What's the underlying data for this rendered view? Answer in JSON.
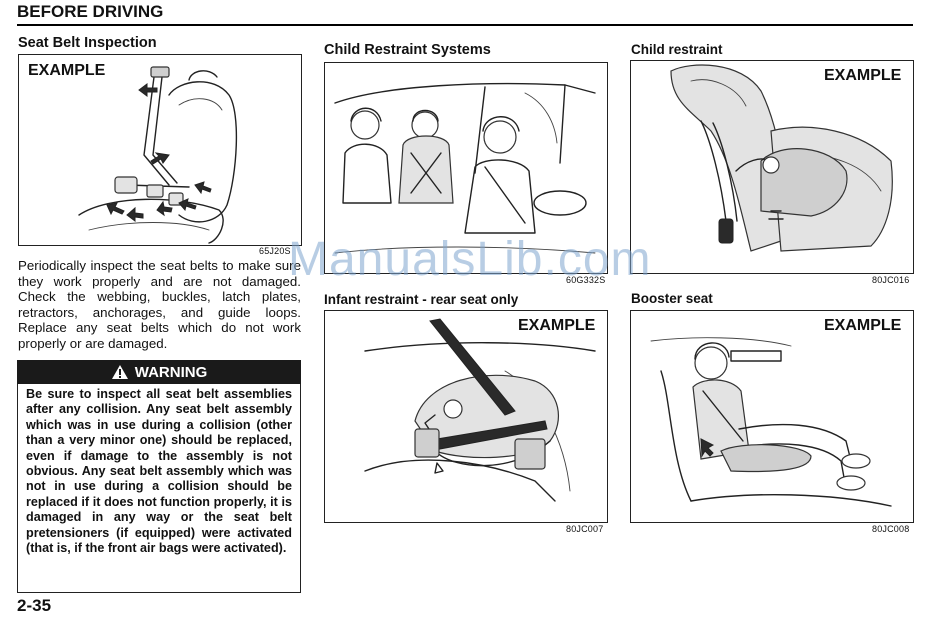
{
  "header": {
    "title": "BEFORE DRIVING"
  },
  "left": {
    "heading": "Seat Belt Inspection",
    "figure": {
      "label": "EXAMPLE",
      "code": "65J20S"
    },
    "paragraph": "Periodically inspect the seat belts to make sure they work properly and are not damaged. Check the webbing, buckles, latch plates, retractors, anchorages, and guide loops. Replace any seat belts which do not work properly or are damaged.",
    "warning": {
      "title": "WARNING",
      "icon": "warning-triangle-icon",
      "text": "Be sure to inspect all seat belt assemblies after any collision. Any seat belt assembly which was in use during a collision (other than a very minor one) should be replaced, even if damage to the assembly is not obvious. Any seat belt assembly which was not in use during a collision should be replaced if it does not function properly, it is damaged in any way or the seat belt pretensioners (if equipped) were activated (that is, if the front air bags were activated)."
    }
  },
  "middle": {
    "heading": "Child Restraint Systems",
    "figure_top": {
      "code": "60G332S"
    },
    "subheading": "Infant restraint - rear seat only",
    "figure_bottom": {
      "label": "EXAMPLE",
      "code": "80JC007"
    }
  },
  "right": {
    "heading_top": "Child restraint",
    "figure_top": {
      "label": "EXAMPLE",
      "code": "80JC016"
    },
    "heading_bottom": "Booster seat",
    "figure_bottom": {
      "label": "EXAMPLE",
      "code": "80JC008"
    }
  },
  "footer": {
    "page_number": "2-35"
  },
  "watermark": {
    "text": "ManualsLib.com"
  }
}
